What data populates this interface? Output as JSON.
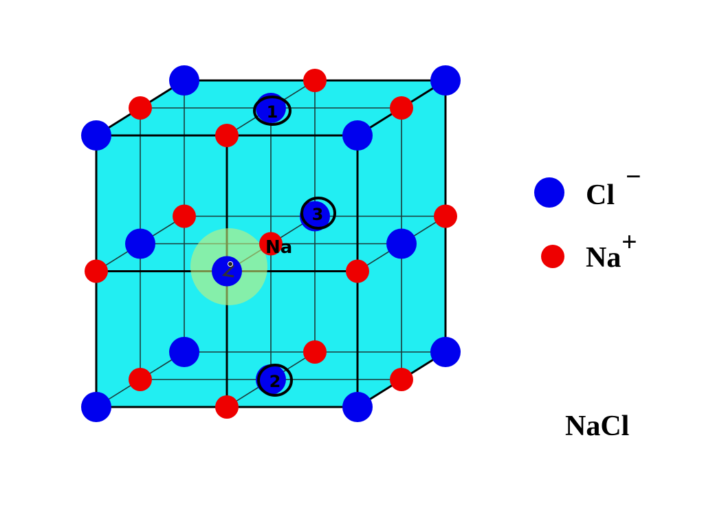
{
  "colors": {
    "chloride": "#0000ee",
    "sodium": "#ee0000",
    "cube_fill": "#22eef2",
    "highlight": "#c8f07a"
  },
  "legend": {
    "items": [
      {
        "ion": "Cl",
        "charge": "−",
        "color": "#0000ee"
      },
      {
        "ion": "Na",
        "charge": "+",
        "color": "#ee0000"
      }
    ]
  },
  "title": "NaCl",
  "annotations": {
    "circled_1": "1",
    "circled_2": "2",
    "circled_3": "3",
    "na_label": "Na"
  }
}
